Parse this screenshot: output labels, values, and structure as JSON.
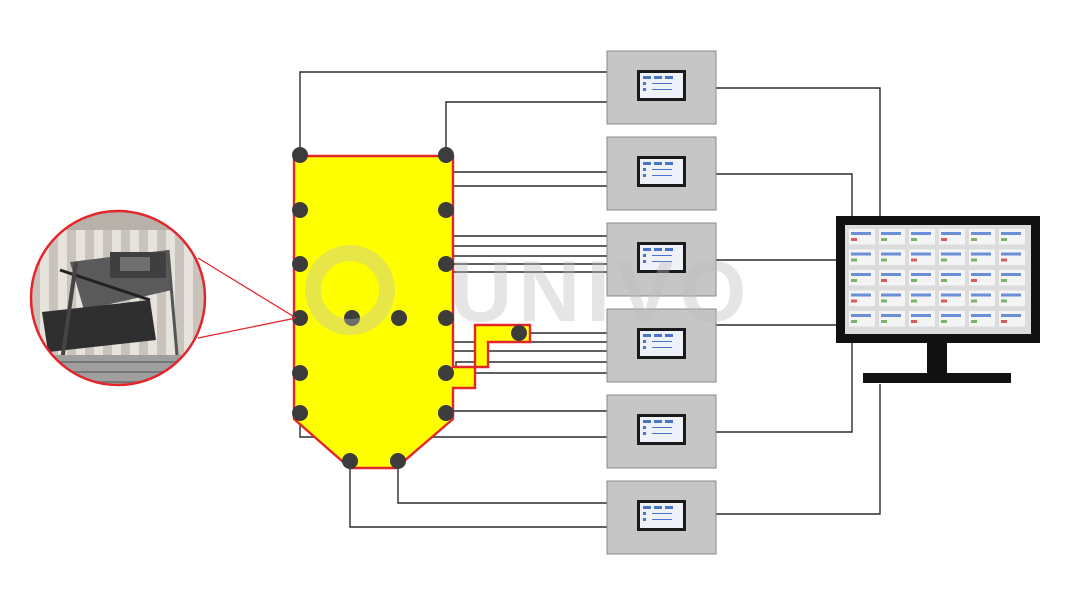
{
  "watermark": {
    "text": "UNIVO"
  },
  "colors": {
    "silo_fill": "#ffff00",
    "silo_outline": "#e3262a",
    "wire": "#2b2b2b",
    "node": "#3c3c3c",
    "controller_body": "#c6c6c6",
    "monitor_frame": "#111111",
    "callout": "#e3262a"
  },
  "icons": {
    "controller": "sensor-controller-icon",
    "monitor": "computer-monitor-icon",
    "photo": "sensor-installation-photo"
  },
  "controllers_count": 6
}
